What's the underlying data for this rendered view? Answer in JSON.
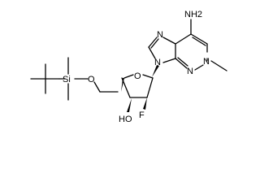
{
  "diagram": {
    "atoms": {
      "si": "Si",
      "o_ether": "O",
      "o_ring": "O",
      "ho": "HO",
      "f": "F",
      "n_imidazole_top": "N",
      "n9": "N",
      "n_pyrimidine_bottom": "N",
      "n_pyrimidine_right": "N",
      "amine_nh2": "NH2"
    },
    "colors": {
      "bond": "#000000",
      "label": "#000000",
      "background": "#ffffff"
    }
  }
}
